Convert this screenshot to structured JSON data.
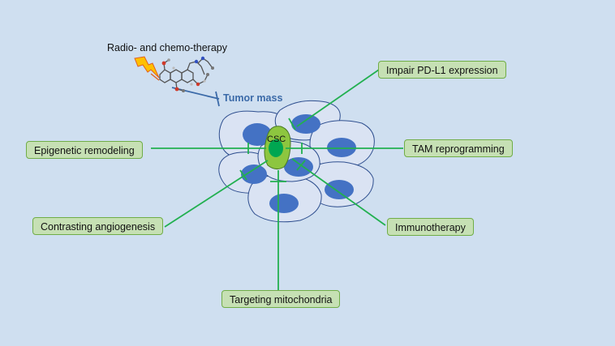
{
  "therapy": {
    "label": "Radio- and chemo-therapy"
  },
  "tumor": {
    "label": "Tumor mass"
  },
  "csc": {
    "label": "CSC"
  },
  "strategies": {
    "impair_pdl1": "Impair PD-L1 expression",
    "epigenetic": "Epigenetic remodeling",
    "tam": "TAM reprogramming",
    "angiogenesis": "Contrasting angiogenesis",
    "immunotherapy": "Immunotherapy",
    "mitochondria": "Targeting mitochondria"
  },
  "colors": {
    "background": "#cfdff0",
    "box_fill": "#c6e0b4",
    "box_border": "#70ad47",
    "connector": "#22b050",
    "cell_fill": "#dae3f3",
    "cell_border": "#2f4f8f",
    "nucleus": "#4472c4",
    "csc_outer": "#8dc63f",
    "csc_inner": "#00a651",
    "tumor_text": "#3b6aa8",
    "lightning": "#ffc000"
  },
  "icons": [
    "lightning-icon",
    "molecule-icon"
  ]
}
